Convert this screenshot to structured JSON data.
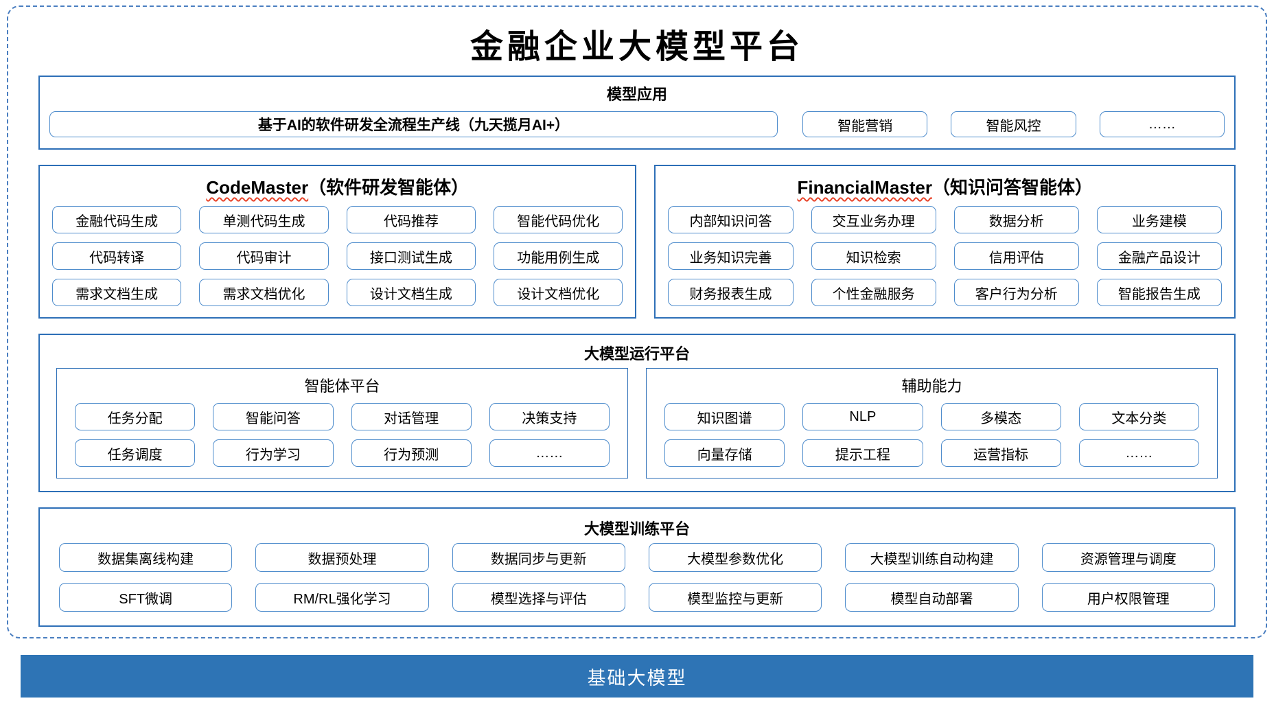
{
  "title": "金融企业大模型平台",
  "colors": {
    "frame_dashed_border": "#4a7ec0",
    "section_border": "#2d6fb7",
    "item_border": "#4e8ccc",
    "wavy_underline": "#e8442a",
    "base_bar_bg": "#2e74b5",
    "base_bar_text": "#ffffff"
  },
  "sections": {
    "model_app": {
      "header": "模型应用",
      "main_box": "基于AI的软件研发全流程生产线（九天揽月AI+）",
      "boxes": [
        "智能营销",
        "智能风控",
        "……"
      ]
    },
    "codemaster": {
      "name": "CodeMaster",
      "suffix": "（软件研发智能体）",
      "items": [
        "金融代码生成",
        "单测代码生成",
        "代码推荐",
        "智能代码优化",
        "代码转译",
        "代码审计",
        "接口测试生成",
        "功能用例生成",
        "需求文档生成",
        "需求文档优化",
        "设计文档生成",
        "设计文档优化"
      ]
    },
    "financialmaster": {
      "name": "FinancialMaster",
      "suffix": "（知识问答智能体）",
      "items": [
        "内部知识问答",
        "交互业务办理",
        "数据分析",
        "业务建模",
        "业务知识完善",
        "知识检索",
        "信用评估",
        "金融产品设计",
        "财务报表生成",
        "个性金融服务",
        "客户行为分析",
        "智能报告生成"
      ]
    },
    "runtime": {
      "header": "大模型运行平台",
      "agent_platform": {
        "header": "智能体平台",
        "items": [
          "任务分配",
          "智能问答",
          "对话管理",
          "决策支持",
          "任务调度",
          "行为学习",
          "行为预测",
          "……"
        ]
      },
      "aux_capability": {
        "header": "辅助能力",
        "items": [
          "知识图谱",
          "NLP",
          "多模态",
          "文本分类",
          "向量存储",
          "提示工程",
          "运营指标",
          "……"
        ]
      }
    },
    "training": {
      "header": "大模型训练平台",
      "items": [
        "数据集离线构建",
        "数据预处理",
        "数据同步与更新",
        "大模型参数优化",
        "大模型训练自动构建",
        "资源管理与调度",
        "SFT微调",
        "RM/RL强化学习",
        "模型选择与评估",
        "模型监控与更新",
        "模型自动部署",
        "用户权限管理"
      ]
    },
    "base_model": {
      "label": "基础大模型"
    }
  }
}
